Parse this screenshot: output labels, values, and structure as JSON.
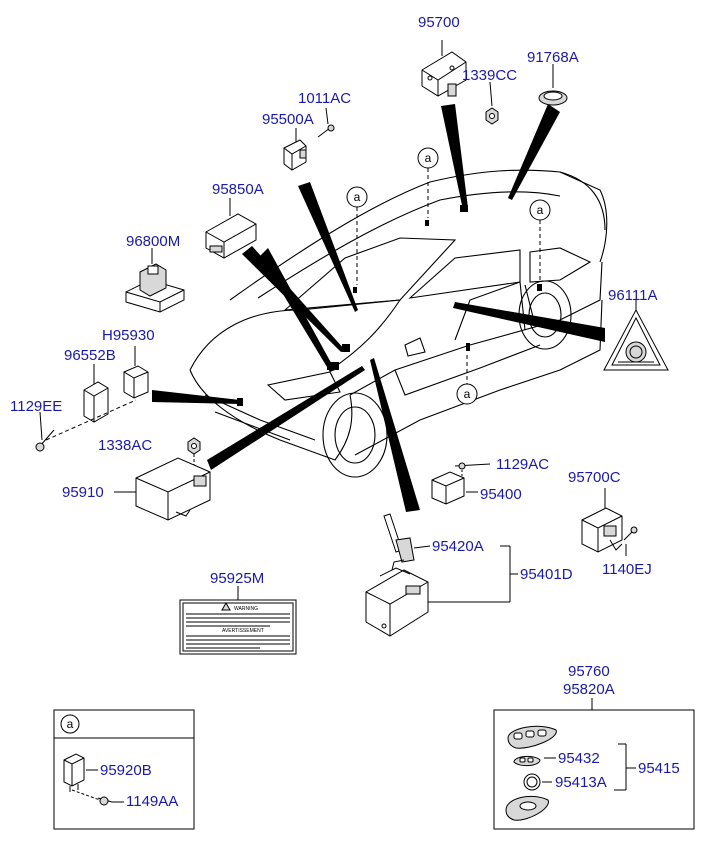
{
  "parts": {
    "p95700": "95700",
    "p1339CC": "1339CC",
    "p91768A": "91768A",
    "p1011AC": "1011AC",
    "p95500A": "95500A",
    "p95850A": "95850A",
    "p96800M": "96800M",
    "p96111A": "96111A",
    "pH95930": "H95930",
    "p96552B": "96552B",
    "p1129EE": "1129EE",
    "p1338AC": "1338AC",
    "p95910": "95910",
    "p1129AC": "1129AC",
    "p95400": "95400",
    "p95700C": "95700C",
    "p1140EJ": "1140EJ",
    "p95420A": "95420A",
    "p95401D": "95401D",
    "p95925M": "95925M",
    "p95760": "95760",
    "p95820A": "95820A",
    "p95432": "95432",
    "p95415": "95415",
    "p95413A": "95413A",
    "p95920B": "95920B",
    "p1149AA": "1149AA"
  },
  "callout_letter": "a",
  "label_sheet": {
    "warning_title": "WARNING",
    "avertissement_title": "AVERTISSEMENT"
  },
  "colors": {
    "part_number": "#1a1aa8",
    "line": "#000000"
  }
}
